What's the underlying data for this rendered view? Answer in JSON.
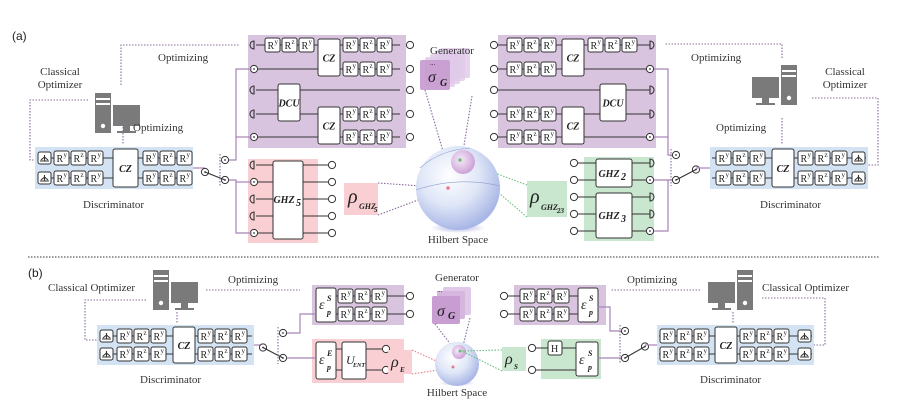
{
  "panels": {
    "a": {
      "label": "(a)",
      "left_optimizer": {
        "title_line1": "Classical",
        "title_line2": "Optimizer",
        "opt_top": "Optimizing",
        "opt_bottom": "Optimizing"
      },
      "right_optimizer": {
        "title_line1": "Classical",
        "title_line2": "Optimizer",
        "opt_top": "Optimizing",
        "opt_bottom": "Optimizing"
      },
      "left_discriminator": {
        "label": "Discriminator",
        "center_gate": "CZ",
        "row_gates": [
          "R",
          "R",
          "R",
          "R",
          "R",
          "R"
        ],
        "row_sups": [
          "y",
          "z",
          "y",
          "y",
          "z",
          "y"
        ]
      },
      "right_discriminator": {
        "label": "Discriminator",
        "center_gate": "CZ"
      },
      "left_generator_circuit": {
        "cz_label": "CZ",
        "dcu_label": "DCU"
      },
      "right_generator_circuit": {
        "cz_label": "CZ",
        "dcu_label": "DCU"
      },
      "ghz5": {
        "label": "GHZ",
        "sub": "5",
        "rho": "ρ",
        "rho_sub": "GHZ",
        "rho_subsub": "5"
      },
      "ghz23": {
        "ghz2": "GHZ",
        "ghz2_sub": "2",
        "ghz3": "GHZ",
        "ghz3_sub": "3",
        "rho": "ρ",
        "rho_sub": "GHZ",
        "rho_subsub": "23"
      },
      "generator": {
        "label": "Generator",
        "sigma": "σ",
        "sigma_sub": "G",
        "dots": "..."
      },
      "hilbert": {
        "label": "Hilbert Space"
      }
    },
    "b": {
      "label": "(b)",
      "left_optimizer": {
        "title": "Classical Optimizer",
        "opt": "Optimizing"
      },
      "right_optimizer": {
        "title": "Classical Optimizer",
        "opt": "Optimizing"
      },
      "left_discriminator": {
        "label": "Discriminator",
        "center_gate": "CZ"
      },
      "right_discriminator": {
        "label": "Discriminator",
        "center_gate": "CZ"
      },
      "left_channel": {
        "eps": "ε",
        "eps_sup": "S",
        "eps_sub": "p"
      },
      "env_channel": {
        "eps": "ε",
        "eps_sup": "E",
        "eps_sub": "p",
        "u": "U",
        "u_sub": "ENT",
        "rho": "ρ",
        "rho_sub": "E"
      },
      "right_channel": {
        "eps": "ε",
        "eps_sup": "S",
        "eps_sub": "p"
      },
      "sys_channel": {
        "h": "H",
        "eps": "ε",
        "eps_sup": "S",
        "eps_sub": "p",
        "rho": "ρ",
        "rho_sub": "S"
      },
      "generator": {
        "label": "Generator",
        "sigma": "σ",
        "sigma_sub": "G",
        "dots": "..."
      },
      "hilbert": {
        "label": "Hilbert Space"
      }
    }
  },
  "colors": {
    "purple_panel": "#d9c4e0",
    "pink_panel": "#f9cfd3",
    "green_panel": "#c9e6cf",
    "blue_panel": "#d3e3f3",
    "computer": "#7a7a7a",
    "link_purple": "#a883b8"
  }
}
